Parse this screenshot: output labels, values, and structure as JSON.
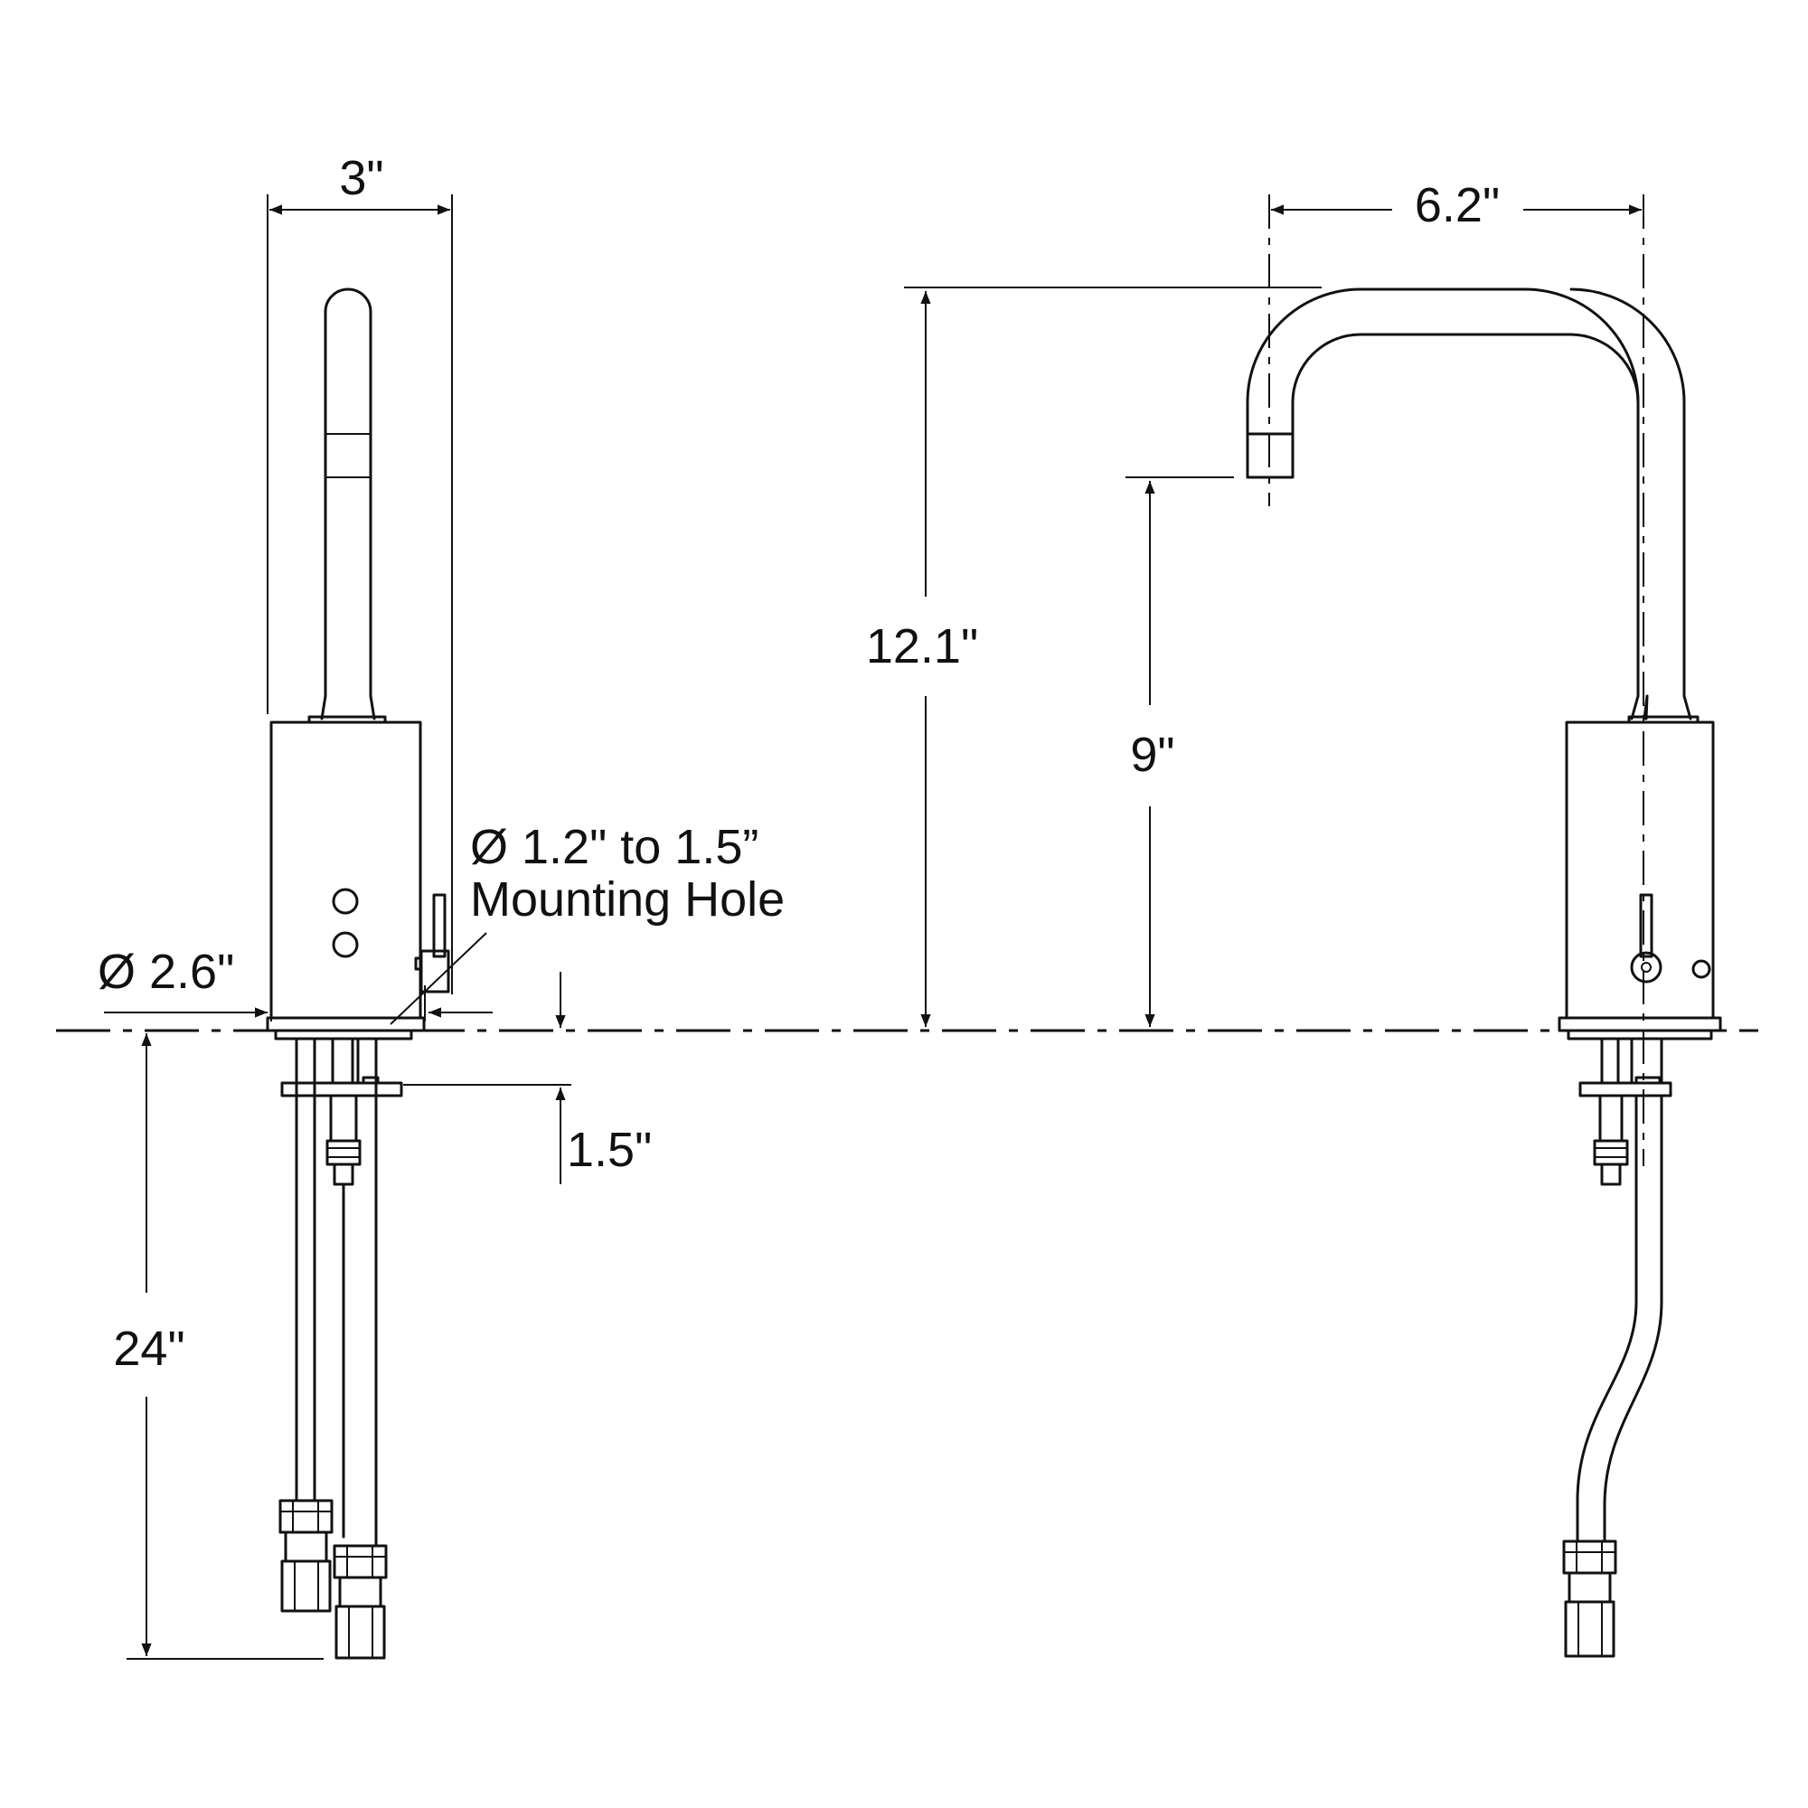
{
  "dimensions": {
    "width_left": "3\"",
    "width_right": "6.2\"",
    "total_height": "12.1\"",
    "spout_height": "9\"",
    "base_diameter": "Ø 2.6\"",
    "mounting_hole_line1": "Ø 1.2\" to 1.5”",
    "mounting_hole_line2": "Mounting Hole",
    "shank_length": "1.5\"",
    "hose_length": "24\""
  },
  "colors": {
    "line": "#111111",
    "background": "#ffffff"
  }
}
